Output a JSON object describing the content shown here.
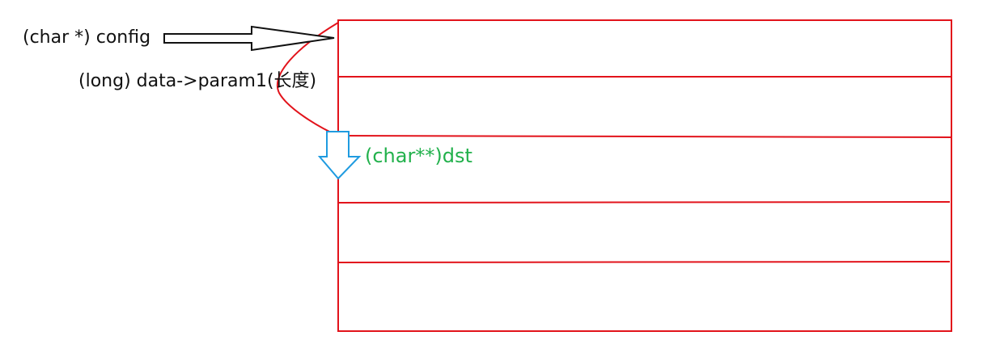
{
  "labels": {
    "config": "(char *) config",
    "length": "(long) data->param1(长度)",
    "dst": "(char**)dst"
  },
  "colors": {
    "box": "#e2131b",
    "text": "#111111",
    "dst_text": "#22b14c",
    "down_arrow": "#1f9be0",
    "right_arrow": "#111111"
  },
  "shapes": {
    "box_rows": 5,
    "right_arrow": "outline arrow pointing to top row",
    "down_arrow": "outline arrow pointing down to third row",
    "bracket": "red curve spanning first two rows"
  }
}
